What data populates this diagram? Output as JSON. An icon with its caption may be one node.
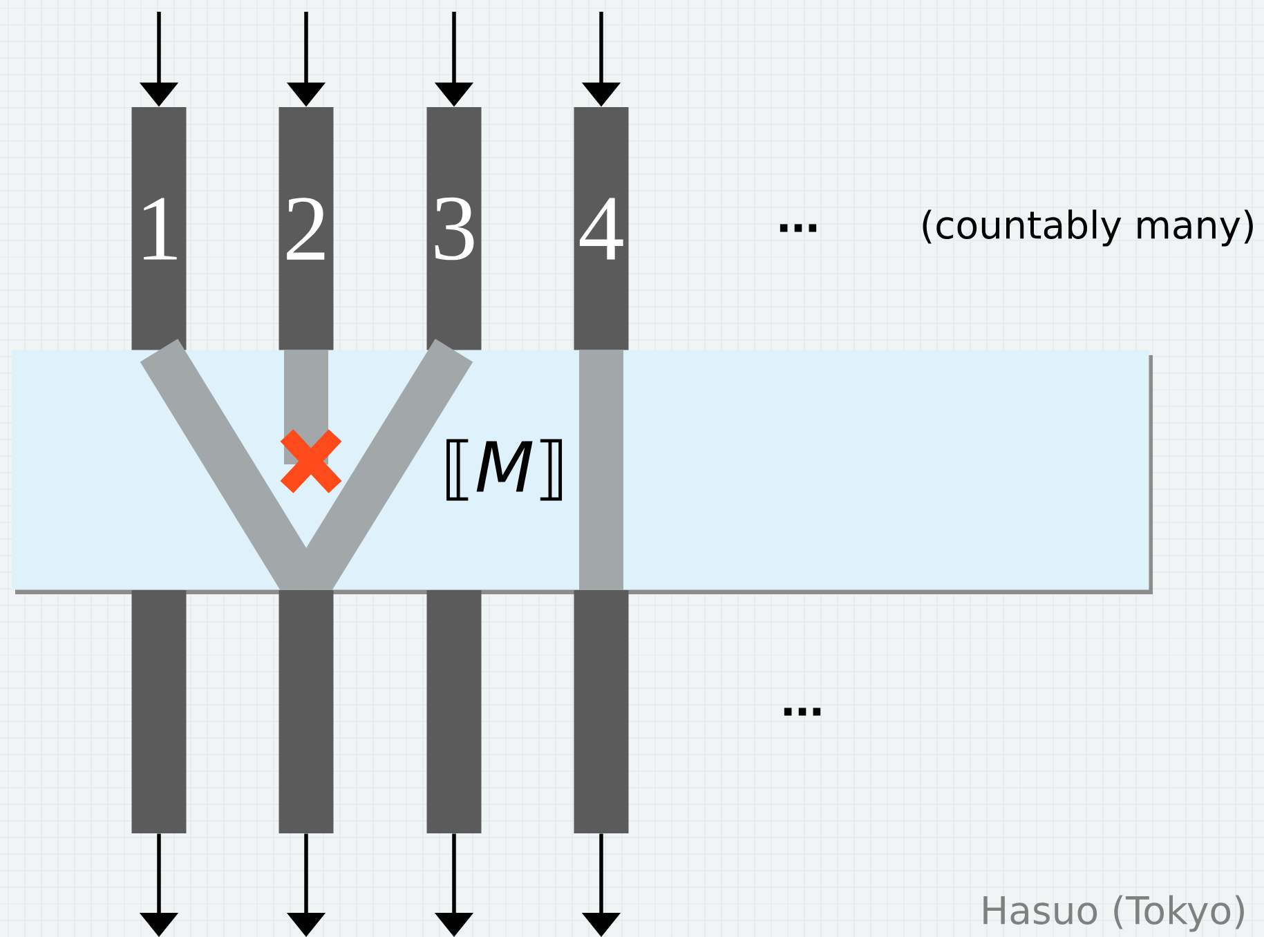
{
  "diagram": {
    "nodes": [
      {
        "text": [
          "1"
        ]
      },
      {
        "text": [
          "2"
        ]
      },
      {
        "text": [
          "3"
        ]
      },
      {
        "text": [
          "4"
        ]
      },
      {
        "text": [
          "⟦*M*⟧"
        ]
      },
      {
        "text": [],
        "shape": "bar"
      },
      {
        "text": [],
        "shape": "bar"
      },
      {
        "text": [],
        "shape": "bar"
      },
      {
        "text": [],
        "shape": "bar"
      }
    ],
    "edges": [
      {
        "from": null,
        "to": 0,
        "arrow": "to"
      },
      {
        "from": null,
        "to": 1,
        "arrow": "to"
      },
      {
        "from": null,
        "to": 2,
        "arrow": "to"
      },
      {
        "from": null,
        "to": 3,
        "arrow": "to"
      },
      {
        "from": 5,
        "to": null,
        "arrow": "to"
      },
      {
        "from": 6,
        "to": null,
        "arrow": "to"
      },
      {
        "from": 7,
        "to": null,
        "arrow": "to"
      },
      {
        "from": 8,
        "to": null,
        "arrow": "to"
      }
    ],
    "labels": [
      "...",
      "(countably many)",
      "...",
      "Hasuo (Tokyo)"
    ]
  }
}
